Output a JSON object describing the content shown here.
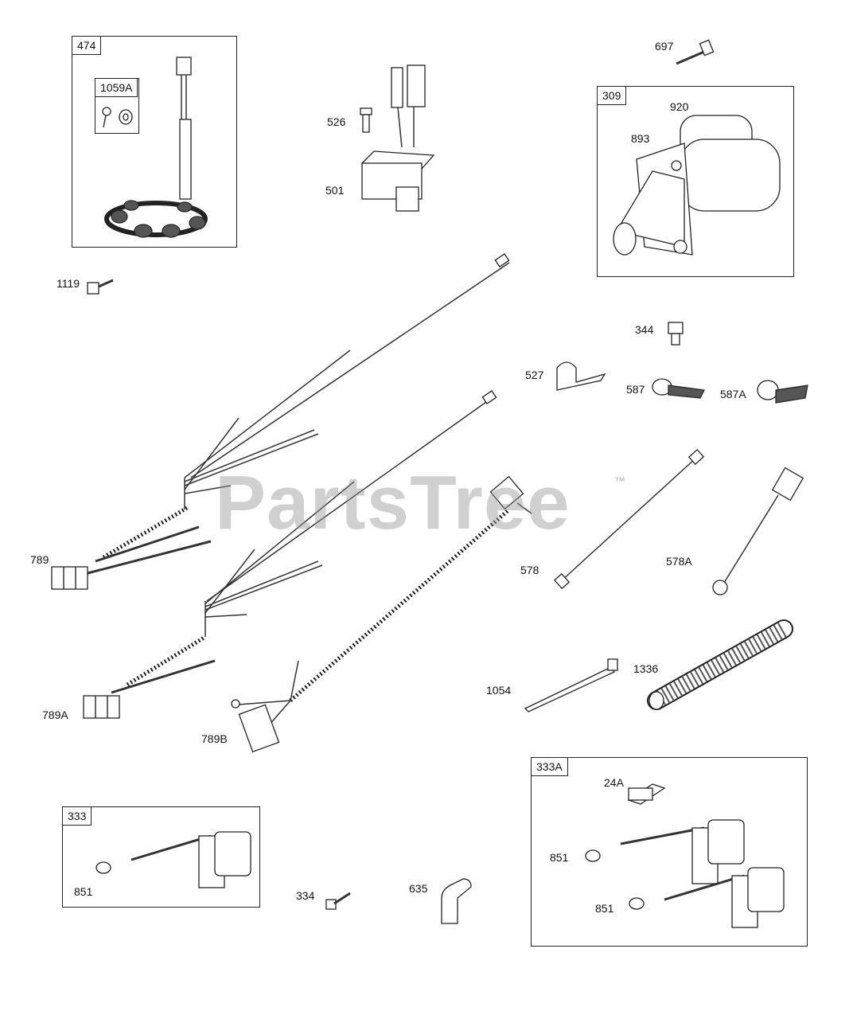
{
  "watermark": {
    "text": "PartsTree",
    "trademark": "™"
  },
  "boxes": {
    "b474": "474",
    "b1059A": "1059A",
    "b309": "309",
    "b333": "333",
    "b333A": "333A"
  },
  "labels": {
    "l697": "697",
    "l920": "920",
    "l893": "893",
    "l526": "526",
    "l501": "501",
    "l1119": "1119",
    "l344": "344",
    "l527": "527",
    "l587": "587",
    "l587A": "587A",
    "l789": "789",
    "l578": "578",
    "l578A": "578A",
    "l789A": "789A",
    "l789B": "789B",
    "l1054": "1054",
    "l1336": "1336",
    "l24A": "24A",
    "l851a": "851",
    "l851b": "851",
    "l851c": "851",
    "l334": "334",
    "l635": "635"
  }
}
